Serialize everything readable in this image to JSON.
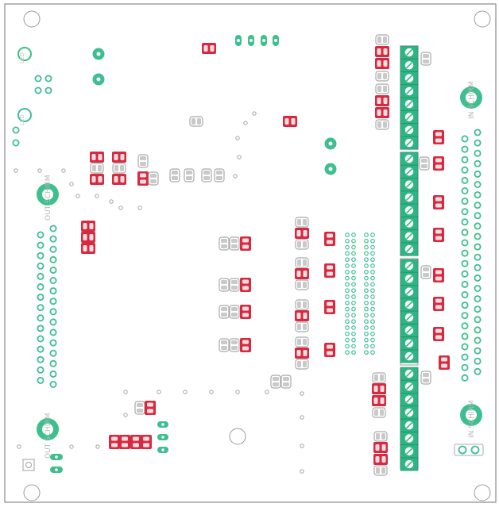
{
  "board": {
    "colors": {
      "background": "#ffffff",
      "outline": "#8a8a8a",
      "pad_green": "#3dbf8f",
      "pad_red": "#d9293f",
      "pad_gray": "#c8c8c8",
      "header_fill": "#2fb585",
      "header_frame": "#b9b9b9",
      "silk": "#b8b8b8"
    },
    "labels": {
      "out_left": "OUT SCHIRM",
      "out_bottom": "OUT SCHIRM",
      "in_top": "IN SCHIRM",
      "in_bottom": "IN SCHIRM",
      "jack_top": "LED",
      "jack_mid": "LED"
    }
  }
}
